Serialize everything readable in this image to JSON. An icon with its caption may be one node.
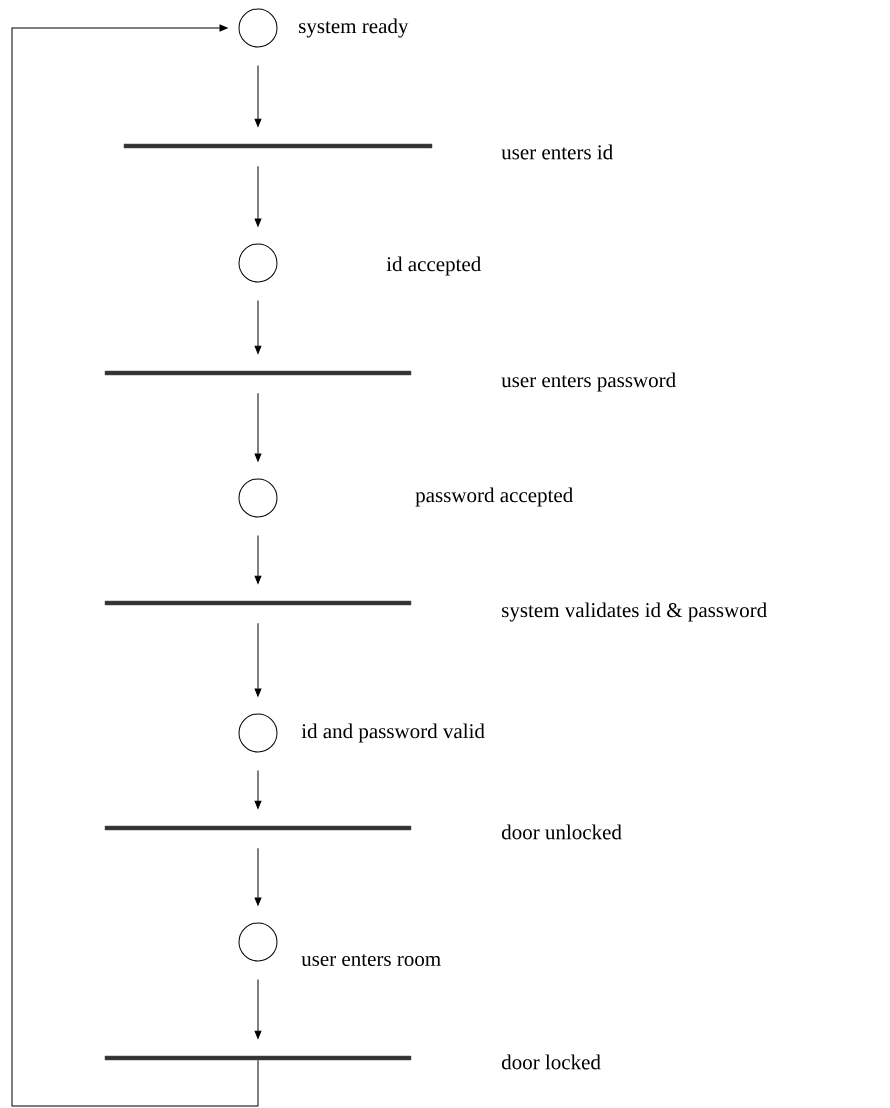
{
  "diagram": {
    "nodes": [
      {
        "text": [],
        "shape": "circle",
        "beside": [
          "system ready"
        ]
      },
      {
        "text": [],
        "shape": "bar",
        "beside": [
          "user enters id"
        ]
      },
      {
        "text": [],
        "shape": "circle"
      },
      {
        "text": [],
        "shape": "bar"
      },
      {
        "text": [],
        "shape": "circle"
      },
      {
        "text": [],
        "shape": "bar"
      },
      {
        "text": [],
        "shape": "circle",
        "beside": [
          "id and password valid"
        ]
      },
      {
        "text": [],
        "shape": "bar"
      },
      {
        "text": [],
        "shape": "circle",
        "beside": [
          "user enters room"
        ]
      },
      {
        "text": [],
        "shape": "bar"
      }
    ],
    "edges": [
      {
        "from": 0,
        "to": 1,
        "arrow": "to"
      },
      {
        "from": 1,
        "to": 2,
        "arrow": "to"
      },
      {
        "from": 2,
        "to": 3,
        "arrow": "to"
      },
      {
        "from": 3,
        "to": 4,
        "arrow": "to"
      },
      {
        "from": 4,
        "to": 5,
        "arrow": "to"
      },
      {
        "from": 5,
        "to": 6,
        "arrow": "to"
      },
      {
        "from": 6,
        "to": 7,
        "arrow": "to"
      },
      {
        "from": 7,
        "to": 8,
        "arrow": "to"
      },
      {
        "from": 8,
        "to": 9,
        "arrow": "to"
      },
      {
        "from": 9,
        "to": 0,
        "arrow": "to"
      }
    ],
    "labels": [
      "id accepted",
      "user enters password",
      "password accepted",
      "system validates id & password",
      "door unlocked",
      "door locked"
    ]
  }
}
